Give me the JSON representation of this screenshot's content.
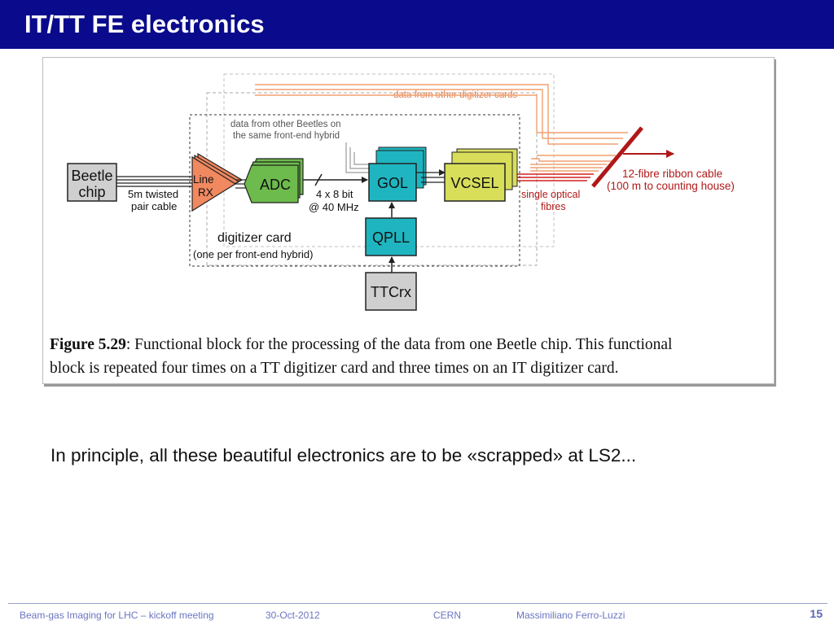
{
  "slide": {
    "title": "IT/TT FE electronics",
    "remark": "In principle, all these beautiful electronics are to be «scrapped» at LS2..."
  },
  "figure": {
    "caption_label": "Figure 5.29",
    "caption_line1_text": ": Functional block for the processing of the data from one Beetle chip. This functional",
    "caption_line2": "block is repeated four times on a TT digitizer card and three times on an IT digitizer card."
  },
  "diagram": {
    "beetle_line1": "Beetle",
    "beetle_line2": "chip",
    "cable_line1": "5m twisted",
    "cable_line2": "pair cable",
    "linerx_line1": "Line",
    "linerx_line2": "RX",
    "adc": "ADC",
    "bus_line1": "4 x 8 bit",
    "bus_line2": "@ 40 MHz",
    "gol": "GOL",
    "vcsel": "VCSEL",
    "qpll": "QPLL",
    "ttcrx": "TTCrx",
    "other_beetles_line1": "data from other Beetles on",
    "other_beetles_line2": "the same front-end hybrid",
    "other_cards": "data from other digitizer cards",
    "digitizer_line1": "digitizer card",
    "digitizer_line2": "(one per front-end hybrid)",
    "fibres_line1": "single optical",
    "fibres_line2": "fibres",
    "ribbon_line1": "12-fibre ribbon cable",
    "ribbon_line2": "(100 m to counting house)"
  },
  "colors": {
    "title_bar": "#0a0a8c",
    "fibre_red": "#d42020",
    "fibre_orange": "#f0a070",
    "linerx_fill": "#f08860",
    "adc_fill": "#6dbb4c",
    "gol_fill": "#1fb5c0",
    "vcsel_fill": "#d8de5a",
    "gray_block": "#cfcfcf"
  },
  "footer": {
    "meeting": "Beam-gas Imaging for LHC – kickoff meeting",
    "date": "30-Oct-2012",
    "org": "CERN",
    "author": "Massimiliano Ferro-Luzzi",
    "page": "15"
  }
}
